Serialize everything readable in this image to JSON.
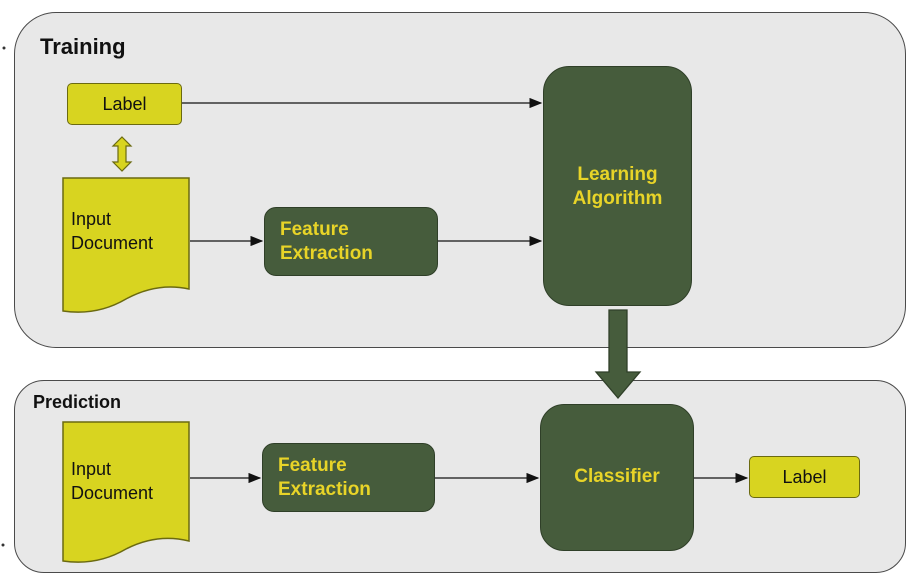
{
  "training": {
    "title": "Training",
    "label": "Label",
    "document_line1": "Input",
    "document_line2": "Document",
    "feature_line1": "Feature",
    "feature_line2": "Extraction",
    "learning_line1": "Learning",
    "learning_line2": "Algorithm"
  },
  "prediction": {
    "title": "Prediction",
    "document_line1": "Input",
    "document_line2": "Document",
    "feature_line1": "Feature",
    "feature_line2": "Extraction",
    "classifier": "Classifier",
    "label": "Label"
  },
  "colors": {
    "panel": "#e8e8e8",
    "yellow": "#d8d420",
    "green": "#465c3c",
    "green_text": "#e8d428"
  }
}
